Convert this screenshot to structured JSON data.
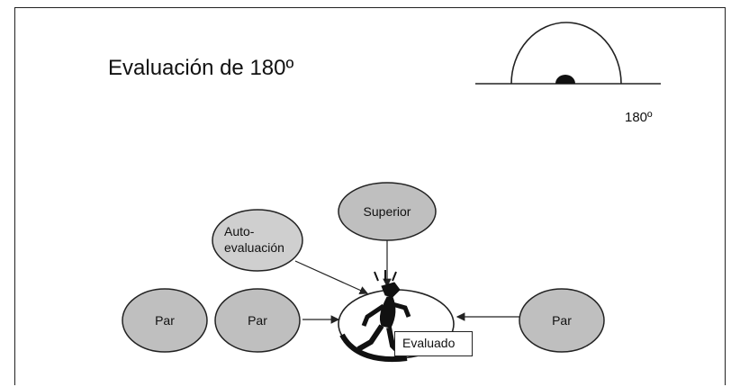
{
  "title": "Evaluación de 180º",
  "degree_label": "180º",
  "nodes": {
    "superior": "Superior",
    "auto_line1": "Auto-",
    "auto_line2": "evaluación",
    "par_1": "Par",
    "par_2": "Par",
    "par_3": "Par",
    "evaluado": "Evaluado"
  },
  "colors": {
    "node_fill": "#bfbfbf",
    "stroke": "#222222"
  },
  "icons": [
    "semicircle-180-icon",
    "person-figure-icon"
  ]
}
